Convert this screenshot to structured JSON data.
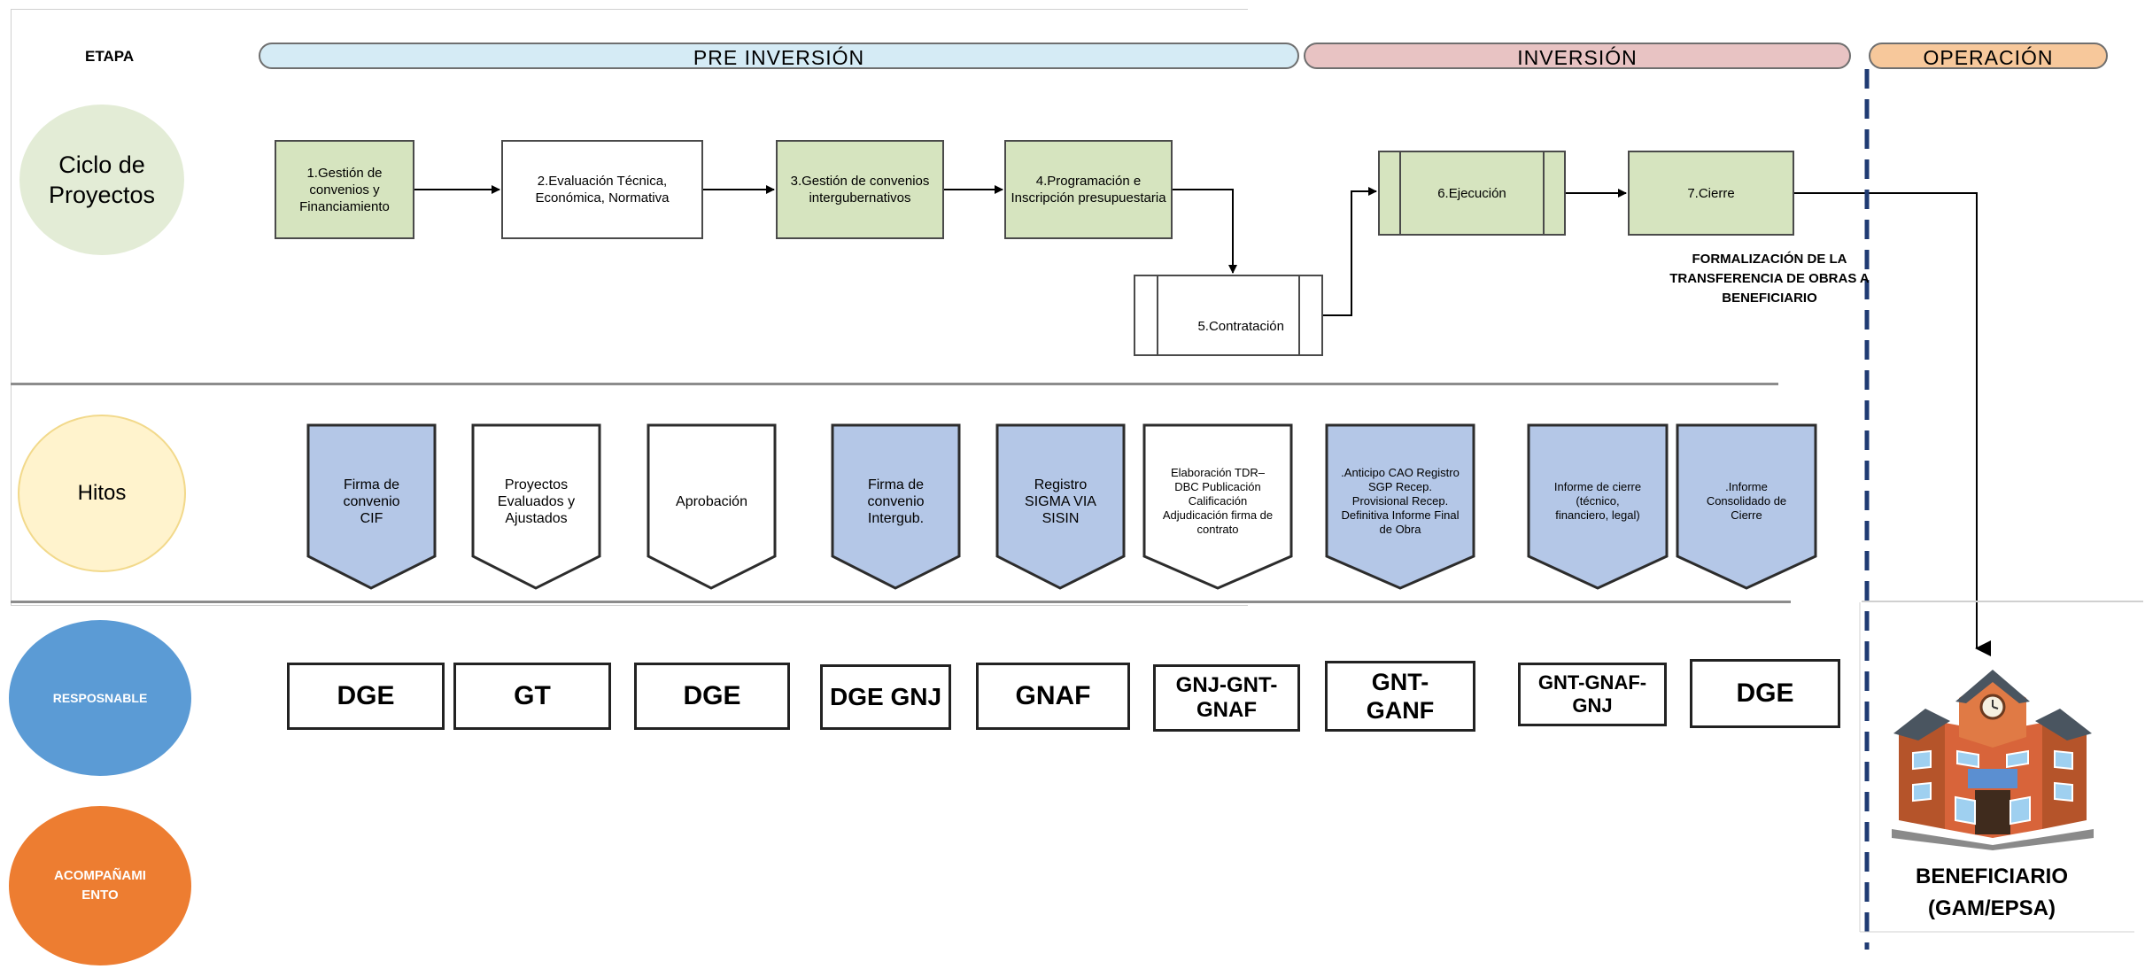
{
  "etapa_label": "ETAPA",
  "phases": {
    "pre_inversion": "PRE INVERSIÓN",
    "inversion": "INVERSIÓN",
    "operacion": "OPERACIÓN"
  },
  "rows": {
    "ciclo": "Ciclo de Proyectos",
    "hitos": "Hitos",
    "responsable": "RESPOSNABLE",
    "acompanamiento": "ACOMPAÑAMIENTO"
  },
  "steps": [
    "1.Gestión de convenios y Financiamiento",
    "2.Evaluación Técnica, Económica, Normativa",
    "3.Gestión de convenios intergubernativos",
    "4.Programación e Inscripción presupuestaria",
    "5.Contratación",
    "6.Ejecución",
    "7.Cierre"
  ],
  "formalization_note": "FORMALIZACIÓN DE LA TRANSFERENCIA DE OBRAS A BENEFICIARIO",
  "hitos": [
    "Firma de convenio CIF",
    "Proyectos Evaluados y Ajustados",
    "Aprobación",
    "Firma de convenio Intergub.",
    "Registro SIGMA VIA SISIN",
    "Elaboración TDR– DBC Publicación Calificación Adjudicación firma de contrato",
    ".Anticipo CAO Registro SGP Recep. Provisional Recep. Definitiva Informe Final de Obra",
    "Informe de cierre (técnico, financiero, legal)",
    ".Informe Consolidado de Cierre"
  ],
  "responsables": [
    "DGE",
    "GT",
    "DGE",
    "DGE GNJ",
    "GNAF",
    "GNJ-GNT-GNAF",
    "GNT-GANF",
    "GNT-GNAF-GNJ",
    "DGE"
  ],
  "beneficiario": {
    "line1": "BENEFICIARIO",
    "line2": "(GAM/EPSA)"
  },
  "colors": {
    "pre_inversion": "#d5ebf5",
    "inversion": "#e8c3c3",
    "operacion": "#f7c89b",
    "ciclo": "#e3ecd6",
    "hitos": "#fff3cd",
    "responsable": "#5b9bd5",
    "acompanamiento": "#ed7d31",
    "step_green": "#d6e4bf",
    "hito_blue": "#b4c7e7",
    "dashed_line": "#1f3b73"
  }
}
